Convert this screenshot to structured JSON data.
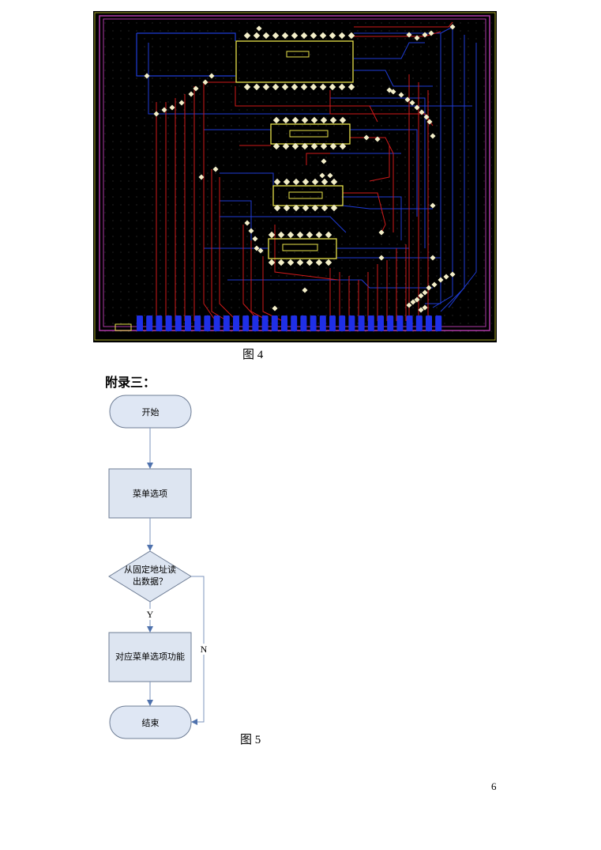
{
  "figure4": {
    "caption": "图 4"
  },
  "appendix": {
    "heading": "附录三："
  },
  "flowchart": {
    "start": "开始",
    "menu": "菜单选项",
    "decision_line1": "从固定地址读",
    "decision_line2": "出数据？",
    "yes_label": "Y",
    "no_label": "N",
    "action": "对应菜单选项功能",
    "end": "结束",
    "colors": {
      "terminal_fill": "#dfe7f4",
      "process_fill": "#dde5f1",
      "border": "#6d7c94",
      "arrow": "#4f72ad"
    }
  },
  "figure5": {
    "caption": "图 5"
  },
  "page": {
    "number": "6"
  },
  "pcb": {
    "colors": {
      "background": "#000000",
      "red_trace": "#d01a1a",
      "blue_trace": "#1f3cd6",
      "chip_outline": "#e8e24a",
      "pad": "#f3eec8",
      "connector": "#1f2fe6",
      "border": "#b13aa8"
    }
  }
}
